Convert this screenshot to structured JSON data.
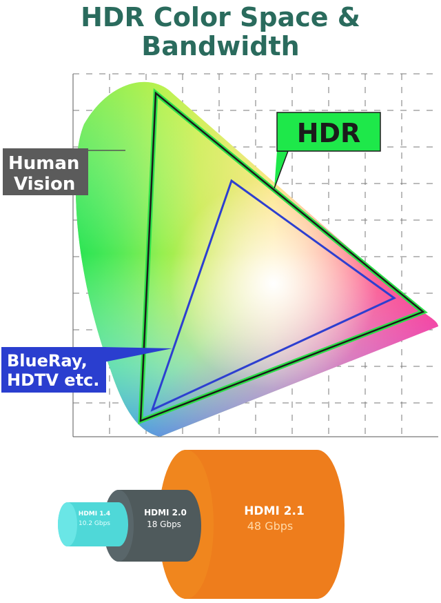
{
  "title": {
    "line1": "HDR Color Space &",
    "line2": "Bandwidth"
  },
  "gamut_labels": {
    "human_vision": [
      "Human",
      "Vision"
    ],
    "hdr": "HDR",
    "bluray": [
      "BlueRay,",
      "HDTV etc."
    ]
  },
  "cables": [
    {
      "name": "HDMI 1.4",
      "speed": "10.2 Gbps",
      "color": "#4fd8d8"
    },
    {
      "name": "HDMI 2.0",
      "speed": "18 Gbps",
      "color": "#4f5a5c"
    },
    {
      "name": "HDMI 2.1",
      "speed": "48 Gbps",
      "color": "#ee7d1c"
    }
  ],
  "colors": {
    "title": "#2a6b5d",
    "hdr_badge": "#1ee84a",
    "human_badge": "#5b5b5b",
    "bluray_badge": "#2a3ecf",
    "bluray_outline": "#2d3fd0",
    "hdr_outline": "#1b1b1b",
    "hdmi21_speed": "#ffd9a8"
  }
}
